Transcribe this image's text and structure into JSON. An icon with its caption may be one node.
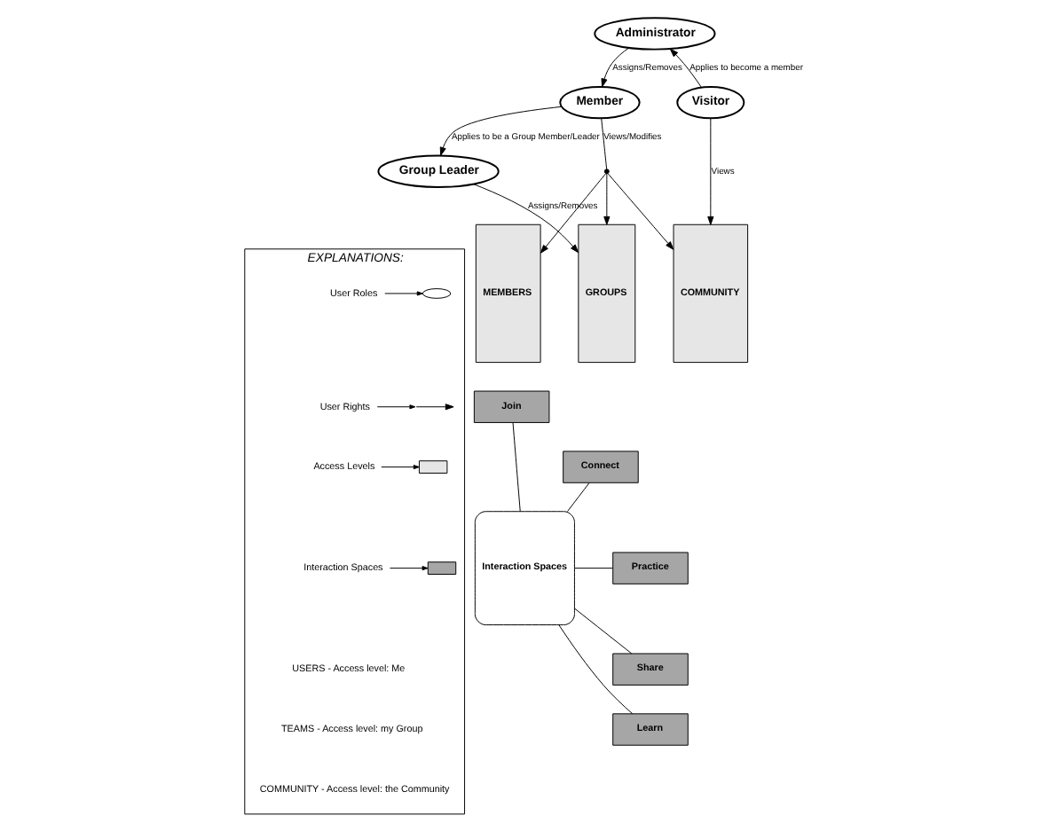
{
  "diagram": {
    "nodes": [
      {
        "text": [
          "Administrator"
        ]
      },
      {
        "text": [
          "Visitor"
        ]
      },
      {
        "text": [
          "Member"
        ]
      },
      {
        "text": [],
        "shape": "circle"
      },
      {
        "text": [
          "Group Leader"
        ]
      },
      {
        "text": [
          "MEMBERS"
        ]
      },
      {
        "text": [
          "GROUPS"
        ]
      },
      {
        "text": [
          "COMMUNITY"
        ]
      },
      {
        "text": [
          "Join"
        ]
      },
      {
        "text": [
          "Connect"
        ]
      },
      {
        "text": [
          "Practice"
        ]
      },
      {
        "text": [
          "Share"
        ]
      },
      {
        "text": [
          "Learn"
        ]
      },
      {
        "text": [
          "Interaction Spaces"
        ]
      },
      {
        "text": [
          "EXPLANATIONS:"
        ]
      }
    ],
    "edges": [
      {
        "from": 0,
        "to": 2,
        "arrow": "to",
        "label": "Assigns/Removes"
      },
      {
        "from": 1,
        "to": 0,
        "arrow": "to",
        "label": "Applies to become a member"
      },
      {
        "from": 2,
        "to": 4,
        "arrow": "to",
        "label": "Applies to be a Group Member/Leader"
      },
      {
        "from": 2,
        "to": 3,
        "arrow": "none",
        "label": "Views/Modifies"
      },
      {
        "from": 3,
        "to": 5,
        "arrow": "to"
      },
      {
        "from": 3,
        "to": 6,
        "arrow": "to"
      },
      {
        "from": 3,
        "to": 7,
        "arrow": "to"
      },
      {
        "from": 4,
        "to": 6,
        "arrow": "to",
        "label": "Assigns/Removes"
      },
      {
        "from": 1,
        "to": 7,
        "arrow": "to",
        "label": "Views"
      },
      {
        "from": 8,
        "to": 13,
        "arrow": "none"
      },
      {
        "from": 9,
        "to": 13,
        "arrow": "none"
      },
      {
        "from": 10,
        "to": 13,
        "arrow": "none"
      },
      {
        "from": 11,
        "to": 13,
        "arrow": "none"
      },
      {
        "from": 12,
        "to": 13,
        "arrow": "none"
      }
    ],
    "labels": [
      "USERS - Access level: Me",
      "TEAMS - Access level: my Group",
      "COMMUNITY - Access level: the Community"
    ],
    "legend": [
      {
        "text": "User Roles"
      },
      {
        "text": "User Rights"
      },
      {
        "text": "Access Levels",
        "color": "#e6e6e6"
      },
      {
        "text": "Interaction Spaces",
        "color": "#a6a6a6"
      }
    ]
  }
}
